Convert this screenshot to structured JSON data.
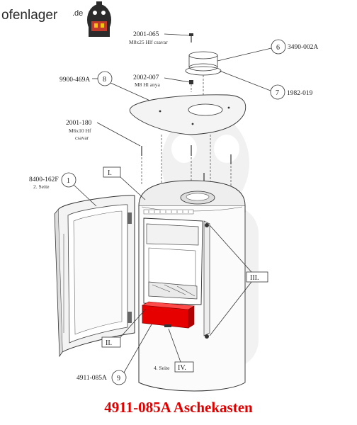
{
  "logo": {
    "name": "ofenlager",
    "tld": ".de"
  },
  "parts": [
    {
      "id": "p-2001-065",
      "code": "2001-065",
      "desc": "M8x25 Hlf csavar"
    },
    {
      "id": "p-3490-002A",
      "code": "3490-002A",
      "callout": "6"
    },
    {
      "id": "p-9900-469A",
      "code": "9900-469A",
      "callout": "8"
    },
    {
      "id": "p-2002-007",
      "code": "2002-007",
      "desc": "M8 Hl anya"
    },
    {
      "id": "p-1982-019",
      "code": "1982-019",
      "callout": "7"
    },
    {
      "id": "p-2001-180",
      "code": "2001-180",
      "desc": "M6x10 Hf",
      "desc2": "csavar"
    },
    {
      "id": "p-8400-162F",
      "code": "8400-162F",
      "desc": "2. Seite",
      "callout": "1"
    },
    {
      "id": "p-4911-085A",
      "code": "4911-085A",
      "callout": "9"
    }
  ],
  "views": {
    "i": "I.",
    "ii": "II.",
    "iii": "III.",
    "iv": "IV."
  },
  "side_label": "4. Seite",
  "footer": "4911-085A Aschekasten",
  "highlight_color": "#e60000"
}
